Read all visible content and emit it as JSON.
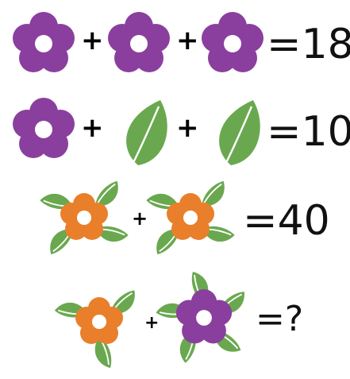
{
  "puzzle": {
    "colors": {
      "purple": "#8a3f9e",
      "orange": "#e97f2a",
      "leaf_green": "#6aa84f",
      "leaf_vein": "#ffffff",
      "text": "#111111"
    },
    "rows": [
      {
        "terms": [
          "purple-flower-icon",
          "purple-flower-icon",
          "purple-flower-icon"
        ],
        "operators": [
          "+",
          "+"
        ],
        "result": "=18"
      },
      {
        "terms": [
          "purple-flower-icon",
          "leaf-icon",
          "leaf-icon"
        ],
        "operators": [
          "+",
          "+"
        ],
        "result": "=10"
      },
      {
        "terms": [
          "orange-flower-with-four-leaves-icon",
          "orange-flower-with-four-leaves-icon"
        ],
        "operators": [
          "+"
        ],
        "result": "=40"
      },
      {
        "terms": [
          "orange-flower-with-three-leaves-icon",
          "purple-flower-with-five-leaves-icon"
        ],
        "operators": [
          "+"
        ],
        "result": "=?"
      }
    ]
  }
}
